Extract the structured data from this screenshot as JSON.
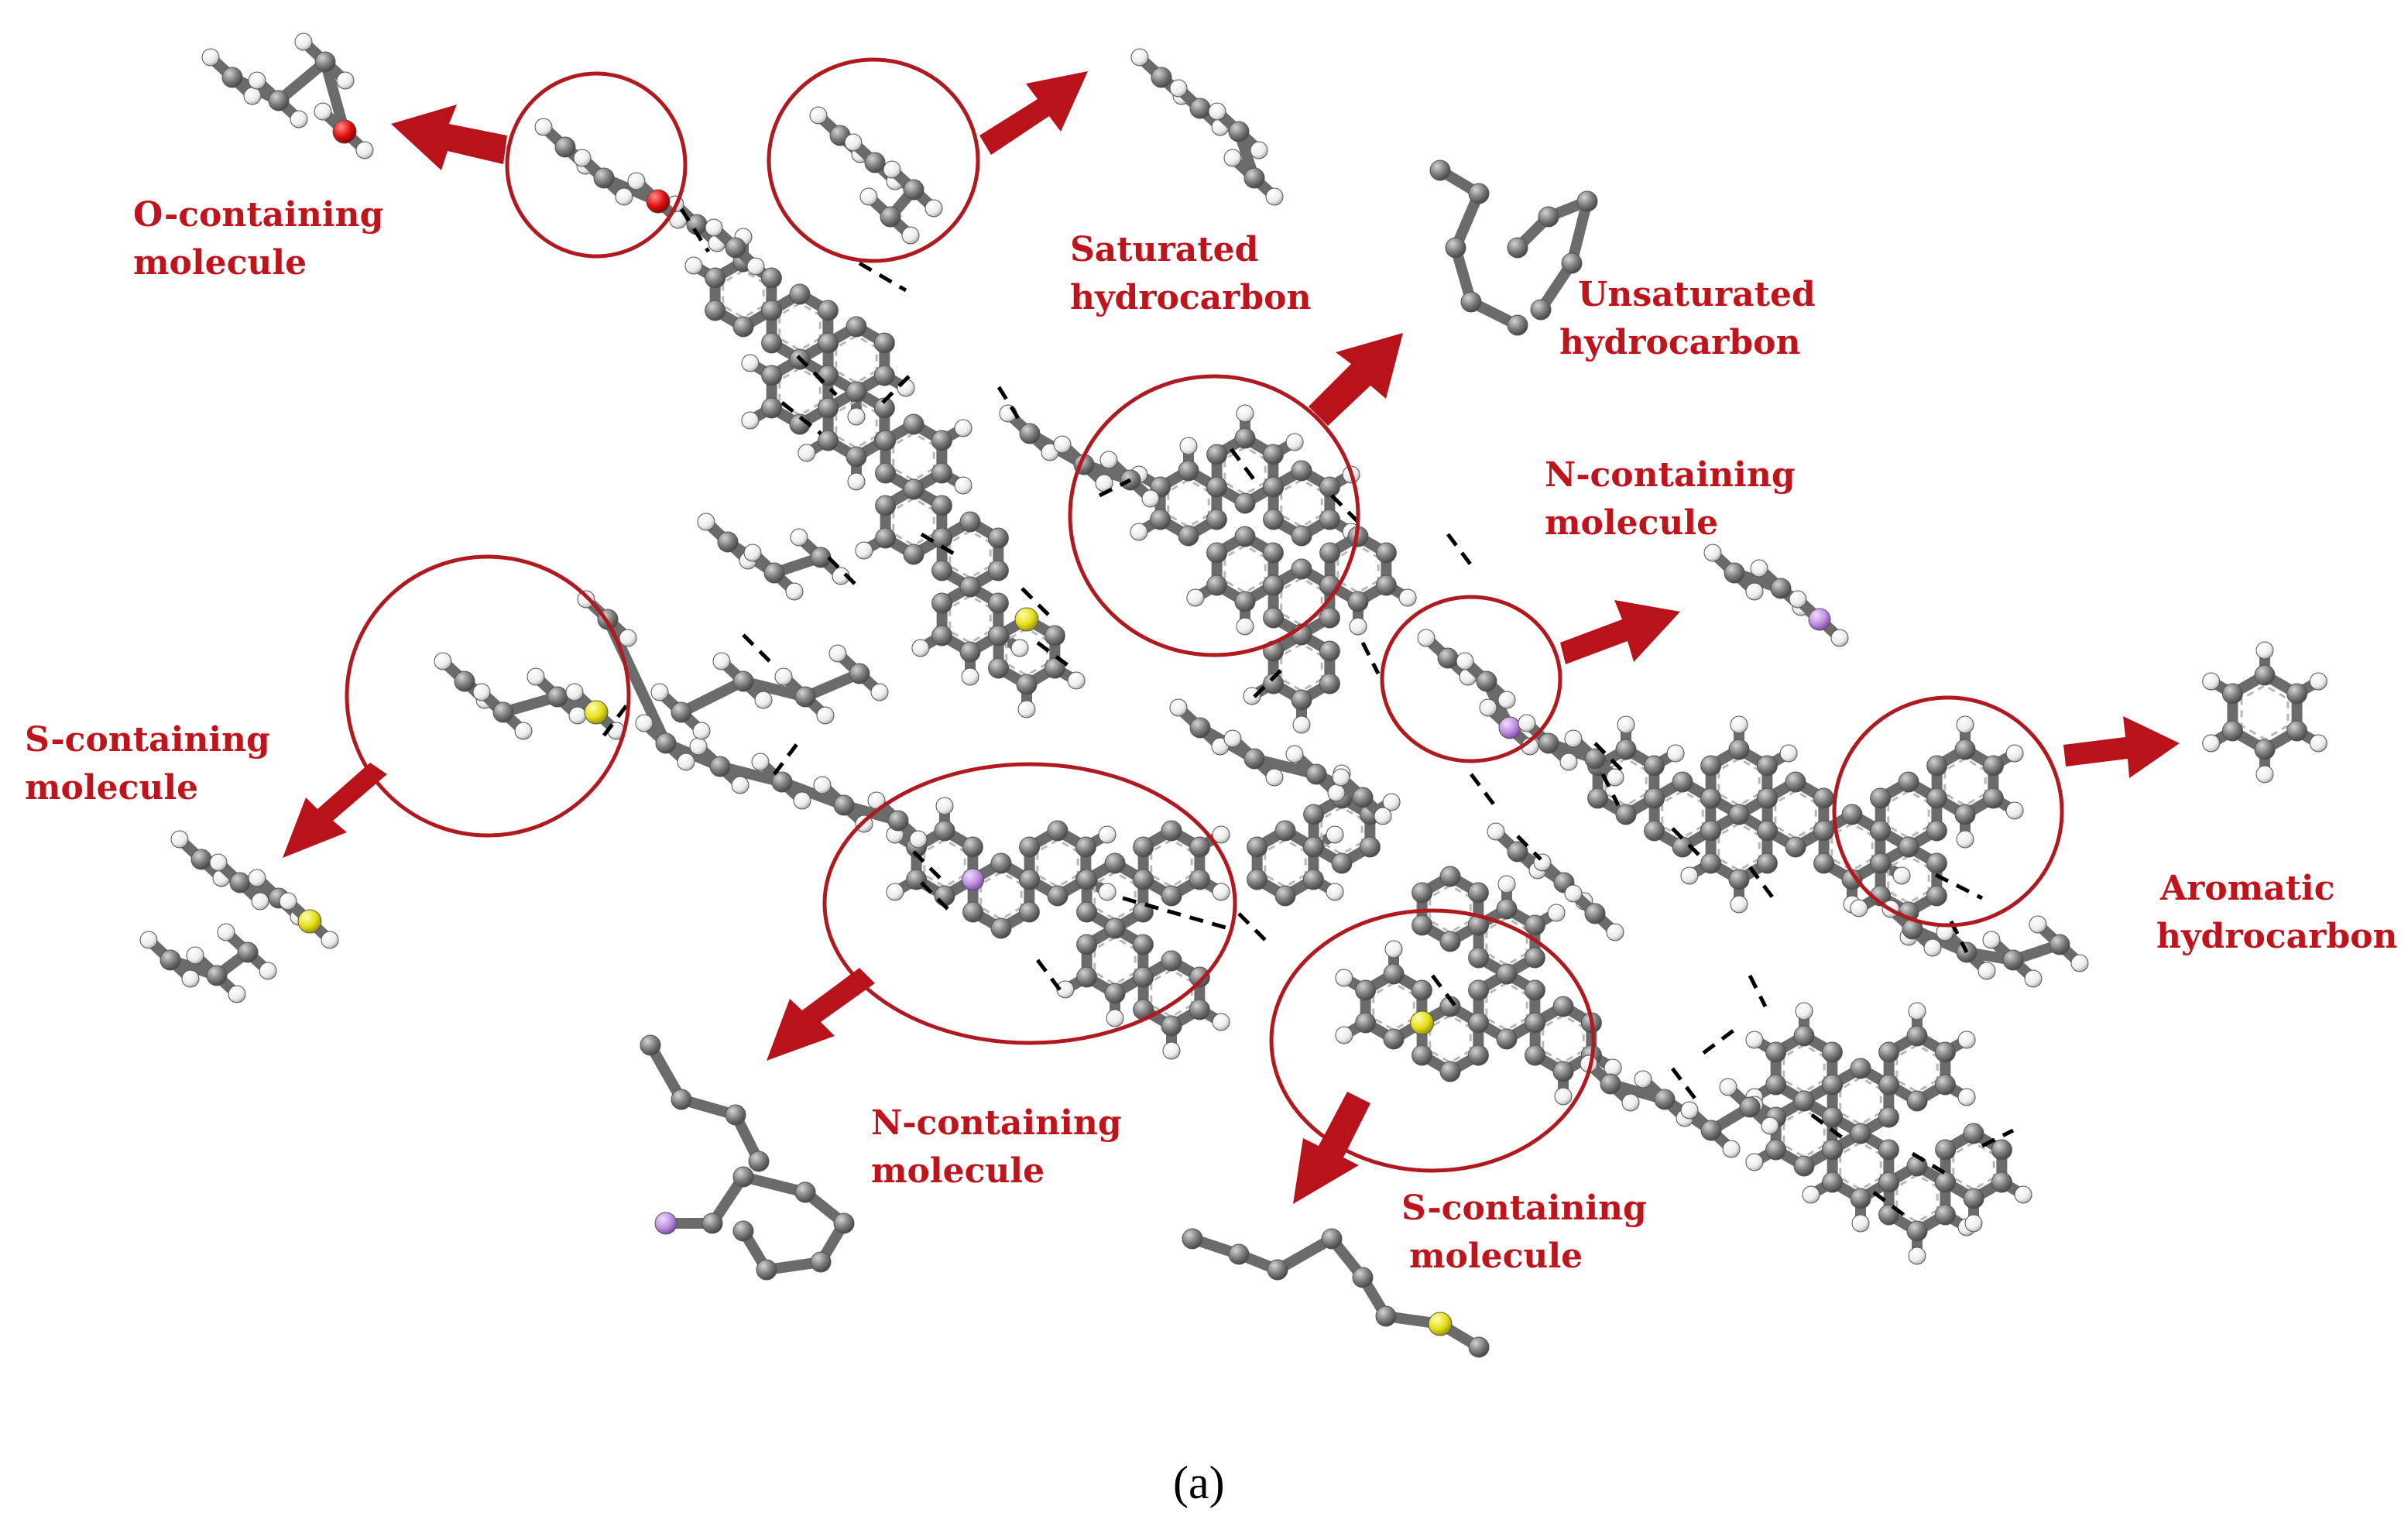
{
  "labels": {
    "o_containing": [
      "O-containing",
      "molecule"
    ],
    "saturated": [
      "Saturated",
      "hydrocarbon"
    ],
    "unsaturated": [
      "Unsaturated",
      "hydrocarbon"
    ],
    "n_containing_top": [
      "N-containing",
      "molecule"
    ],
    "s_containing_left": [
      "S-containing",
      "molecule"
    ],
    "aromatic": [
      "Aromatic",
      "hydrocarbon"
    ],
    "n_containing_bottom": [
      "N-containing",
      "molecule"
    ],
    "s_containing_bottom": [
      "S-containing",
      "molecule"
    ]
  },
  "caption": "(a)",
  "colors": {
    "label_red": "#c0141c",
    "arrow_red": "#b8131b",
    "circle_red": "#b01a1f",
    "carbon": "#7a7a7a",
    "hydrogen": "#f4f4f4",
    "oxygen": "#e01010",
    "sulfur": "#e8e01a",
    "nitrogen": "#c090e0"
  },
  "atom_legend": {
    "carbon": "grey sphere",
    "hydrogen": "white sphere",
    "oxygen": "red sphere",
    "sulfur": "yellow sphere",
    "nitrogen": "violet sphere"
  }
}
